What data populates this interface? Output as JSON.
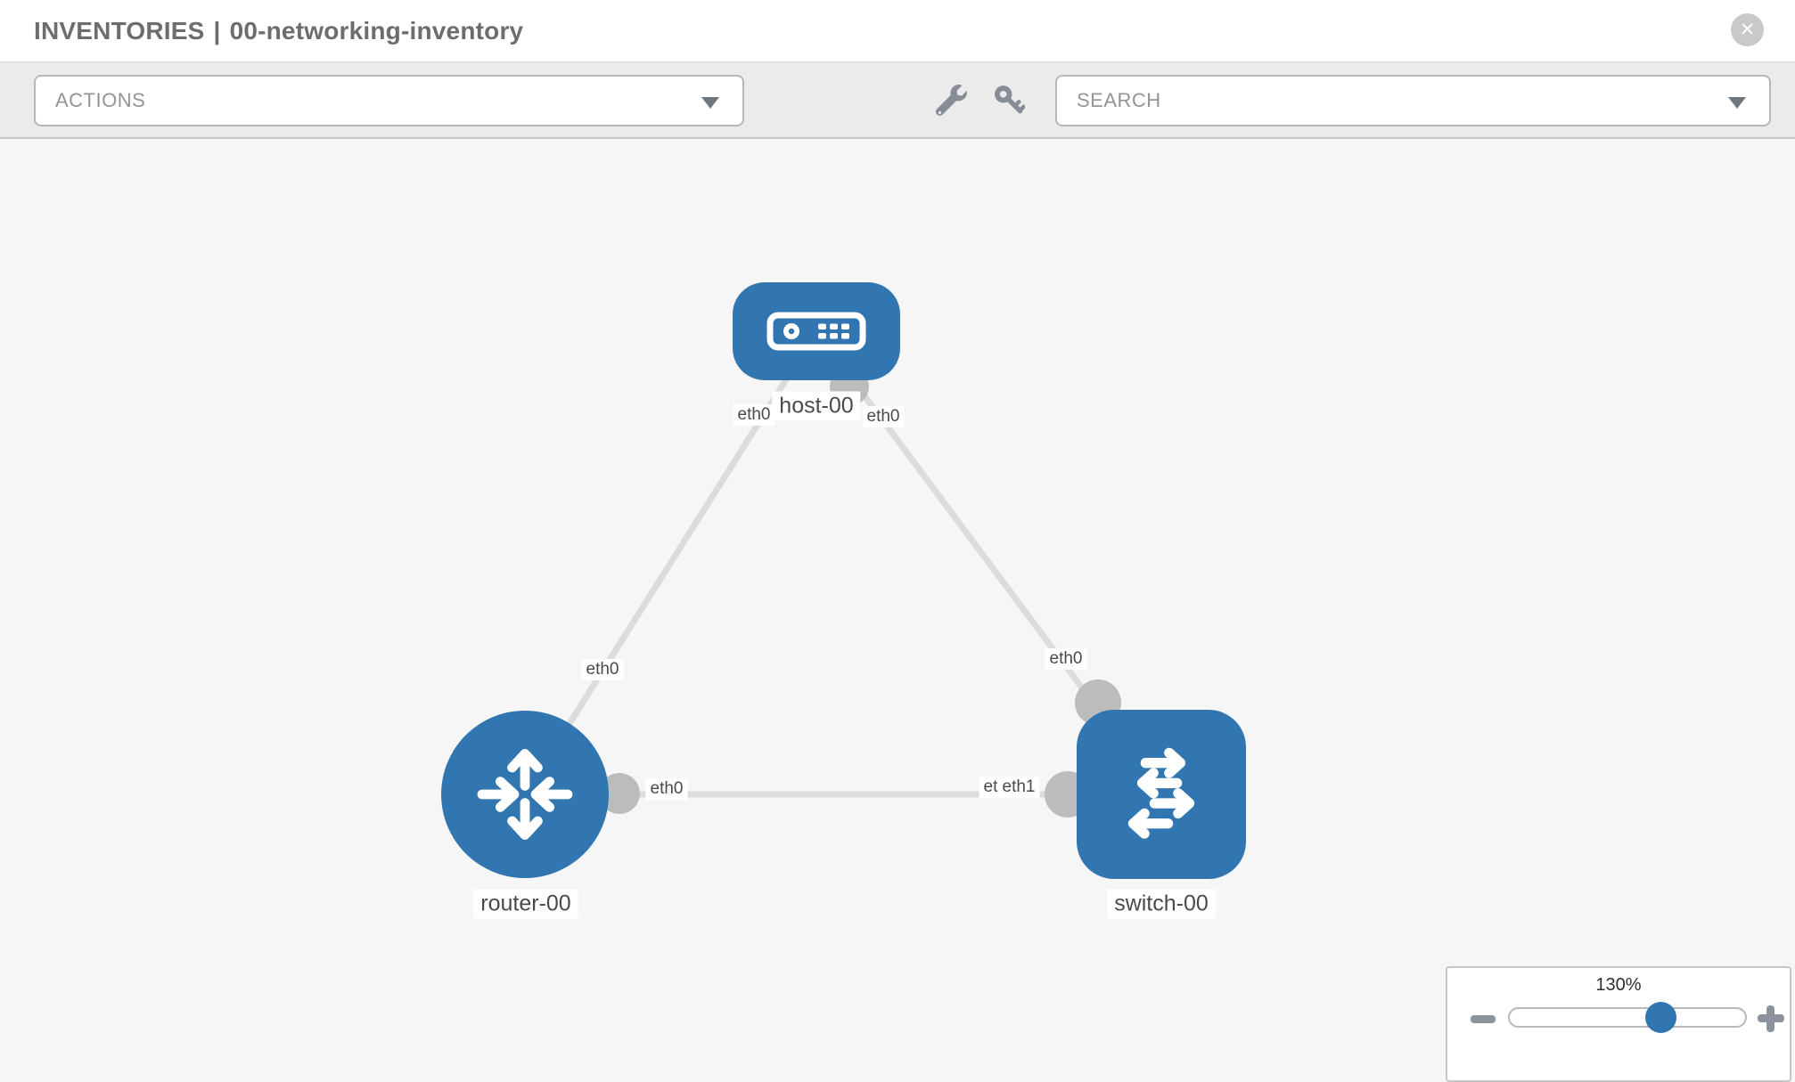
{
  "header": {
    "section_title": "INVENTORIES",
    "separator": "|",
    "inventory_name": "00-networking-inventory"
  },
  "toolbar": {
    "actions_placeholder": "ACTIONS",
    "search_placeholder": "SEARCH"
  },
  "icons": {
    "close": "circle-x",
    "wrench": "wrench",
    "key": "key",
    "dropdown_caret": "caret-down",
    "zoom_out": "minus",
    "zoom_in": "plus"
  },
  "topology": {
    "nodes": [
      {
        "id": "host-00",
        "type": "host",
        "label": "host-00"
      },
      {
        "id": "router-00",
        "type": "router",
        "label": "router-00"
      },
      {
        "id": "switch-00",
        "type": "switch",
        "label": "switch-00"
      }
    ],
    "links": [
      {
        "source": "host-00",
        "target": "router-00",
        "source_interface": "eth0",
        "target_interface": "eth0"
      },
      {
        "source": "host-00",
        "target": "switch-00",
        "source_interface": "eth0",
        "target_interface": "eth0"
      },
      {
        "source": "router-00",
        "target": "switch-00",
        "source_interface": "eth0",
        "target_interface": "eth1"
      }
    ],
    "occluded_interface_label": "eth0"
  },
  "zoom_control": {
    "level": "130%"
  },
  "colors": {
    "node_blue": "#3276b1",
    "link": "#dcdcdc",
    "interface_dot": "#bcbcbc",
    "toolbar_bg": "#ebebeb",
    "canvas_bg": "#f6f6f6"
  }
}
